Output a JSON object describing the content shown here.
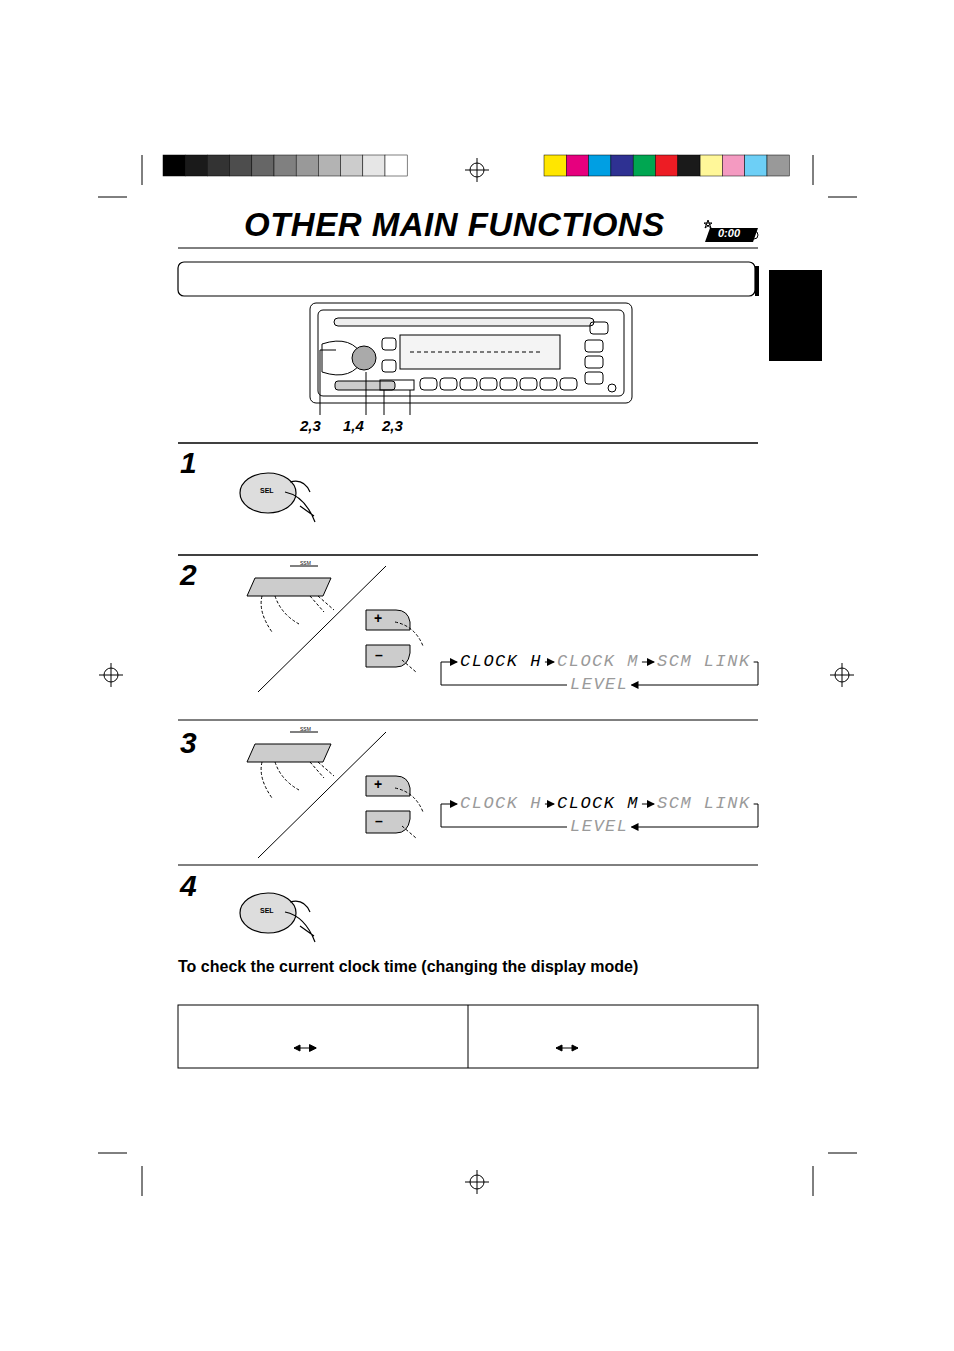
{
  "diagram": {
    "title": "OTHER MAIN FUNCTIONS",
    "nodes": [
      {
        "text": [
          "CLOCK H"
        ]
      },
      {
        "text": [
          "CLOCK M"
        ]
      },
      {
        "text": [
          "SCM LINK"
        ]
      },
      {
        "text": [
          "LEVEL"
        ]
      },
      {
        "text": [
          "CLOCK H"
        ]
      },
      {
        "text": [
          "CLOCK M"
        ]
      },
      {
        "text": [
          "SCM LINK"
        ]
      },
      {
        "text": [
          "LEVEL"
        ]
      }
    ],
    "edges": [
      {
        "from": 0,
        "to": 1,
        "arrow": "to"
      },
      {
        "from": 1,
        "to": 2,
        "arrow": "to"
      },
      {
        "from": 2,
        "to": 3,
        "arrow": "to"
      },
      {
        "from": 3,
        "to": 0,
        "arrow": "to"
      },
      {
        "from": 4,
        "to": 5,
        "arrow": "to"
      },
      {
        "from": 5,
        "to": 6,
        "arrow": "to"
      },
      {
        "from": 6,
        "to": 7,
        "arrow": "to"
      },
      {
        "from": 7,
        "to": 4,
        "arrow": "to"
      }
    ],
    "labels": [
      "0:00",
      "2,3",
      "1,4",
      "2,3",
      "1",
      "SEL",
      "2",
      "SSM",
      "+",
      "–",
      "3",
      "SSM",
      "+",
      "–",
      "4",
      "SEL",
      "To check the current clock time (changing the display mode)"
    ]
  }
}
